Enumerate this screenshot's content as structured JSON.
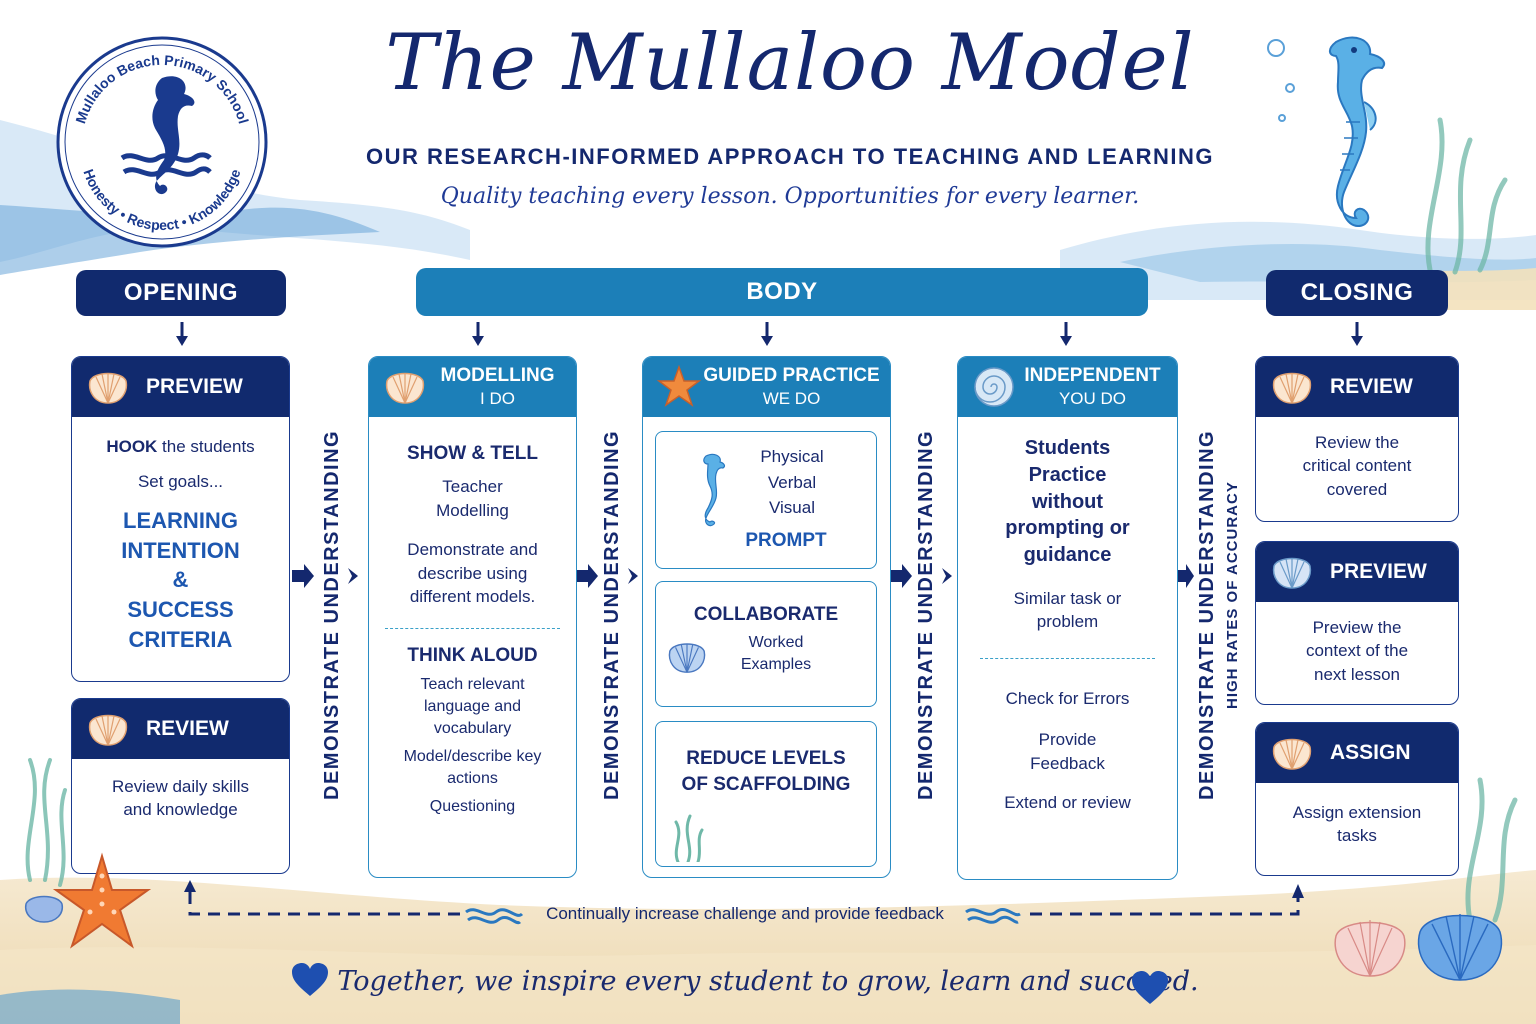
{
  "title": "The Mullaloo Model",
  "subtitle": "OUR RESEARCH-INFORMED APPROACH TO TEACHING AND LEARNING",
  "tagline": "Quality teaching every lesson. Opportunities for every learner.",
  "logo": {
    "school_name": "Mullaloo Beach Primary School",
    "values": "Honesty • Respect • Knowledge"
  },
  "phases": {
    "opening": "OPENING",
    "body": "BODY",
    "closing": "CLOSING"
  },
  "opening": {
    "preview": {
      "title": "PREVIEW",
      "hook_bold": "HOOK",
      "hook_rest": " the students",
      "set_goals": "Set goals...",
      "li_line1": "LEARNING",
      "li_line2": "INTENTION",
      "li_line3": "&",
      "li_line4": "SUCCESS",
      "li_line5": "CRITERIA"
    },
    "review": {
      "title": "REVIEW",
      "text": "Review daily skills and knowledge"
    }
  },
  "modelling": {
    "title": "MODELLING",
    "sub": "I DO",
    "show_tell": "SHOW & TELL",
    "teacher_modelling": "Teacher Modelling",
    "demonstrate": "Demonstrate and describe using different models.",
    "think_aloud": "THINK ALOUD",
    "teach_relevant": "Teach relevant language and vocabulary",
    "model_describe": "Model/describe key actions",
    "questioning": "Questioning"
  },
  "guided": {
    "title": "GUIDED PRACTICE",
    "sub": "WE DO",
    "prompt_types": [
      "Physical",
      "Verbal",
      "Visual"
    ],
    "prompt": "PROMPT",
    "collaborate": "COLLABORATE",
    "worked_examples": "Worked Examples",
    "reduce": "REDUCE LEVELS OF SCAFFOLDING"
  },
  "independent": {
    "title": "INDEPENDENT",
    "sub": "YOU DO",
    "students_practice": "Students Practice without prompting or guidance",
    "similar_task": "Similar task or problem",
    "check_errors": "Check for Errors",
    "provide_feedback": "Provide Feedback",
    "extend_review": "Extend or review"
  },
  "closing": {
    "review": {
      "title": "REVIEW",
      "text": "Review the critical content covered"
    },
    "preview": {
      "title": "PREVIEW",
      "text": "Preview the context of the next lesson"
    },
    "assign": {
      "title": "ASSIGN",
      "text": "Assign extension tasks"
    }
  },
  "demonstrate_understanding": "DEMONSTRATE UNDERSTANDING",
  "high_rates": "HIGH RATES OF ACCURACY",
  "feedback_loop": "Continually increase challenge and provide feedback",
  "footer": "Together, we inspire every student to grow, learn and succeed.",
  "colors": {
    "navy": "#112a6e",
    "teal": "#1c7fb8",
    "text": "#1a2a6e"
  }
}
